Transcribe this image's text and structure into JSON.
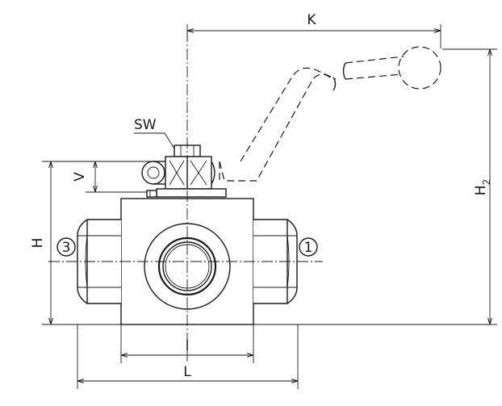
{
  "dimensions": {
    "K": "K",
    "H2_base": "H",
    "H2_sub": "2",
    "H": "H",
    "V": "V",
    "SW": "SW",
    "l_small": "l",
    "L_large": "L"
  },
  "ports": {
    "port_left": "3",
    "port_right": "1"
  },
  "colors": {
    "line": "#1a1a1a",
    "background": "#ffffff"
  }
}
